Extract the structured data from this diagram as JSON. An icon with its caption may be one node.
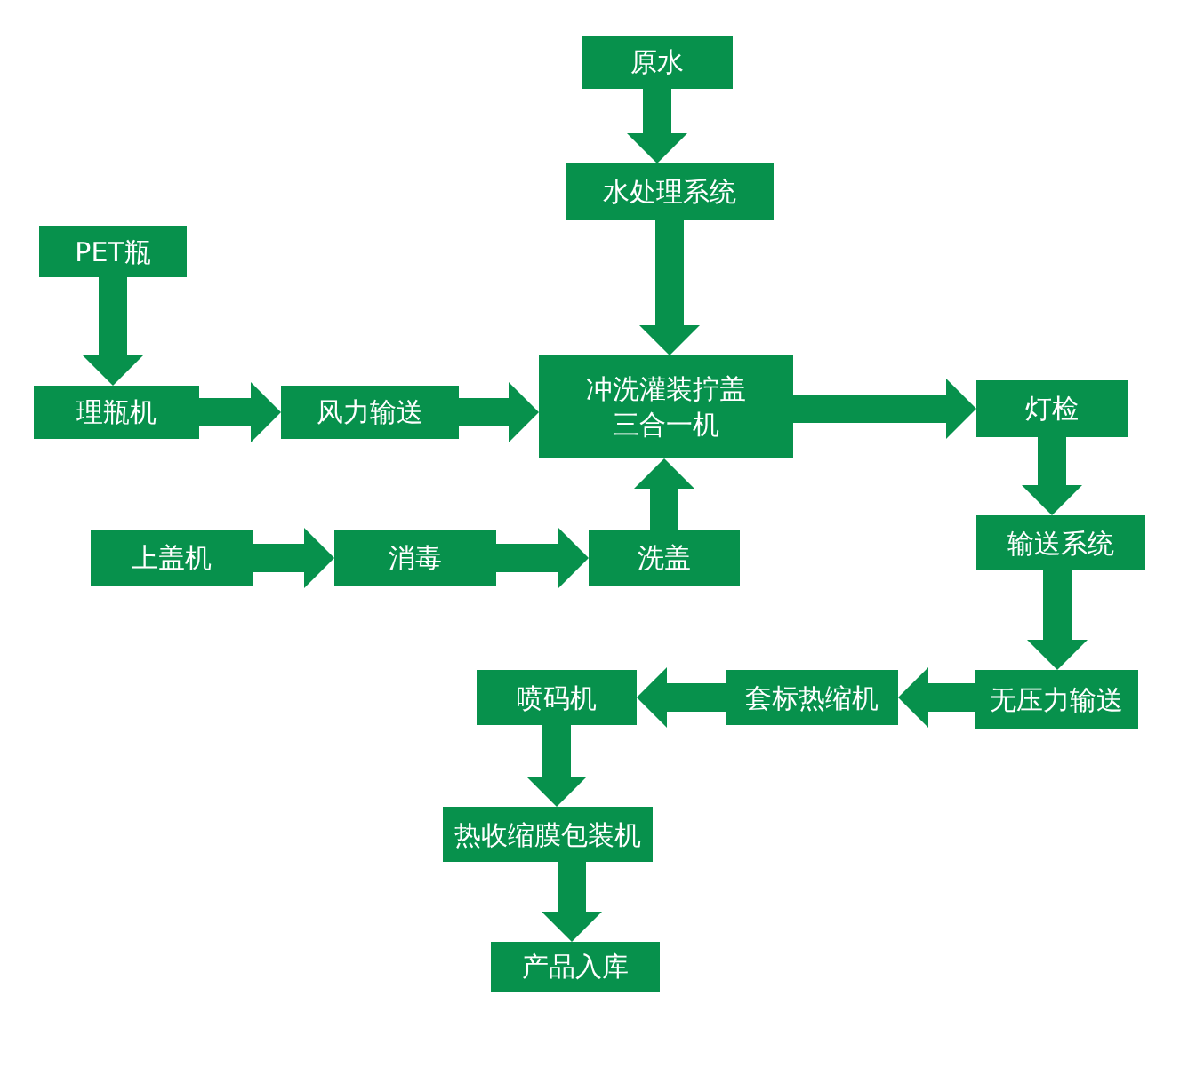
{
  "diagram": {
    "nodes": [
      {
        "text": [
          "原水"
        ]
      },
      {
        "text": [
          "水处理系统"
        ]
      },
      {
        "text": [
          "PET瓶"
        ]
      },
      {
        "text": [
          "理瓶机"
        ]
      },
      {
        "text": [
          "风力输送"
        ]
      },
      {
        "text": [
          "冲洗灌装拧盖三合一机"
        ]
      },
      {
        "text": [
          "灯检"
        ]
      },
      {
        "text": [
          "上盖机"
        ]
      },
      {
        "text": [
          "消毒"
        ]
      },
      {
        "text": [
          "洗盖"
        ]
      },
      {
        "text": [
          "输送系统"
        ]
      },
      {
        "text": [
          "喷码机"
        ]
      },
      {
        "text": [
          "套标热缩机"
        ]
      },
      {
        "text": [
          "无压力输送"
        ]
      },
      {
        "text": [
          "热收缩膜包装机"
        ]
      },
      {
        "text": [
          "产品入库"
        ]
      }
    ],
    "edges": [
      {
        "from": 0,
        "to": 1,
        "arrow": "to"
      },
      {
        "from": 1,
        "to": 5,
        "arrow": "to"
      },
      {
        "from": 2,
        "to": 3,
        "arrow": "to"
      },
      {
        "from": 3,
        "to": 4,
        "arrow": "to"
      },
      {
        "from": 4,
        "to": 5,
        "arrow": "to"
      },
      {
        "from": 5,
        "to": 6,
        "arrow": "to"
      },
      {
        "from": 6,
        "to": 10,
        "arrow": "to"
      },
      {
        "from": 10,
        "to": 13,
        "arrow": "to"
      },
      {
        "from": 13,
        "to": 12,
        "arrow": "to"
      },
      {
        "from": 12,
        "to": 11,
        "arrow": "to"
      },
      {
        "from": 11,
        "to": 14,
        "arrow": "to"
      },
      {
        "from": 14,
        "to": 15,
        "arrow": "to"
      },
      {
        "from": 7,
        "to": 8,
        "arrow": "to"
      },
      {
        "from": 8,
        "to": 9,
        "arrow": "to"
      },
      {
        "from": 9,
        "to": 5,
        "arrow": "to"
      }
    ]
  }
}
